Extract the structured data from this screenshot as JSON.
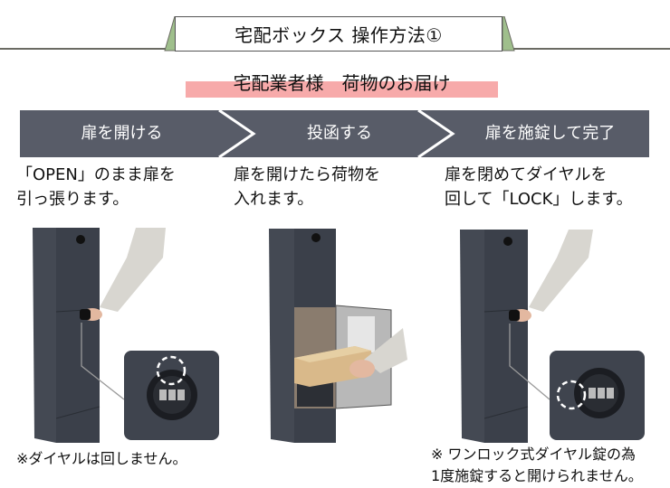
{
  "header": {
    "title": "宅配ボックス 操作方法①",
    "subtitle": "宅配業者様　荷物のお届け",
    "accent_tab_color": "#9fbf8c",
    "highlight_color": "#f7aaaa"
  },
  "steps": [
    {
      "label": "扉を開ける",
      "description_line1": "「OPEN」のまま扉を",
      "description_line2": "引っ張ります。",
      "illustration": "box-closed-hand-pulling-handle",
      "inset": "dial-lock-closeup-top-marked",
      "note": "※ダイヤルは回しません。"
    },
    {
      "label": "投函する",
      "description_line1": "扉を開けたら荷物を",
      "description_line2": "入れます。",
      "illustration": "box-open-parcel-inserted"
    },
    {
      "label": "扉を施錠して完了",
      "description_line1": "扉を閉めてダイヤルを",
      "description_line2": "回して「LOCK」します。",
      "illustration": "box-closed-hand-turning-dial",
      "inset": "dial-lock-closeup-left-marked",
      "note_line1": "※ ワンロック式ダイヤル錠の為",
      "note_line2": "1度施錠すると開けられません。"
    }
  ],
  "colors": {
    "step_bar": "#585c68",
    "box_body": "#3e434d",
    "box_side": "#4a505a",
    "parcel": "#d9b98a"
  }
}
